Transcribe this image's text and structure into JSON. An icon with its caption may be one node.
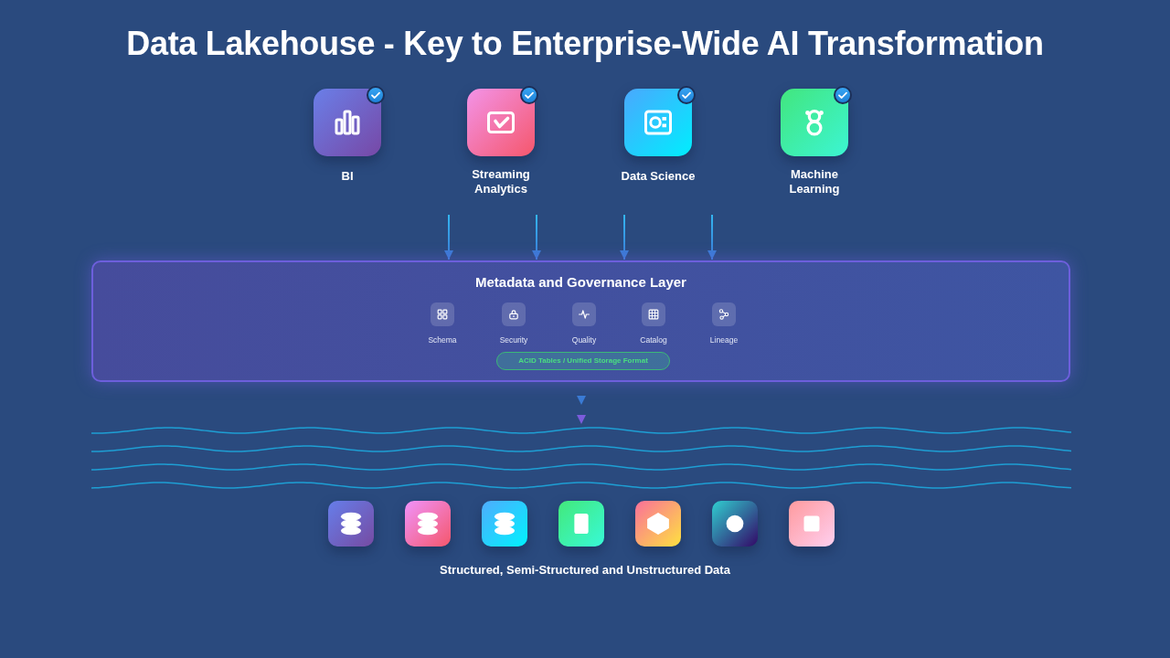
{
  "diagram": {
    "title": "Data Lakehouse - Key to Enterprise-Wide AI Transformation",
    "nodes": [
      {
        "text": [
          "BI"
        ]
      },
      {
        "text": [
          "Streaming Analytics"
        ]
      },
      {
        "text": [
          "Data Science"
        ]
      },
      {
        "text": [
          "Machine Learning"
        ]
      },
      {
        "text": [
          "Metadata and Governance Layer"
        ]
      },
      {
        "text": [
          "Schema"
        ],
        "in": 4
      },
      {
        "text": [
          "Security"
        ],
        "in": 4
      },
      {
        "text": [
          "Quality"
        ],
        "in": 4
      },
      {
        "text": [
          "Catalog"
        ],
        "in": 4
      },
      {
        "text": [
          "Lineage"
        ],
        "in": 4
      },
      {
        "text": [
          "ACID Tables / Unified Storage Format"
        ],
        "in": 4
      },
      {
        "text": [],
        "shape": "waves"
      },
      {
        "text": [],
        "shape": "box"
      },
      {
        "text": [],
        "shape": "box"
      },
      {
        "text": [],
        "shape": "box"
      },
      {
        "text": [],
        "shape": "box"
      },
      {
        "text": [],
        "shape": "box"
      },
      {
        "text": [],
        "shape": "box"
      },
      {
        "text": [],
        "shape": "box"
      }
    ],
    "edges": [
      {
        "from": null,
        "to": 4,
        "arrow": "to"
      },
      {
        "from": null,
        "to": 4,
        "arrow": "to"
      },
      {
        "from": null,
        "to": 4,
        "arrow": "to"
      },
      {
        "from": null,
        "to": 4,
        "arrow": "to"
      },
      {
        "from": 4,
        "to": 11,
        "arrow": "to"
      }
    ],
    "labels": [
      "Structured, Semi-Structured and Unstructured Data"
    ]
  }
}
